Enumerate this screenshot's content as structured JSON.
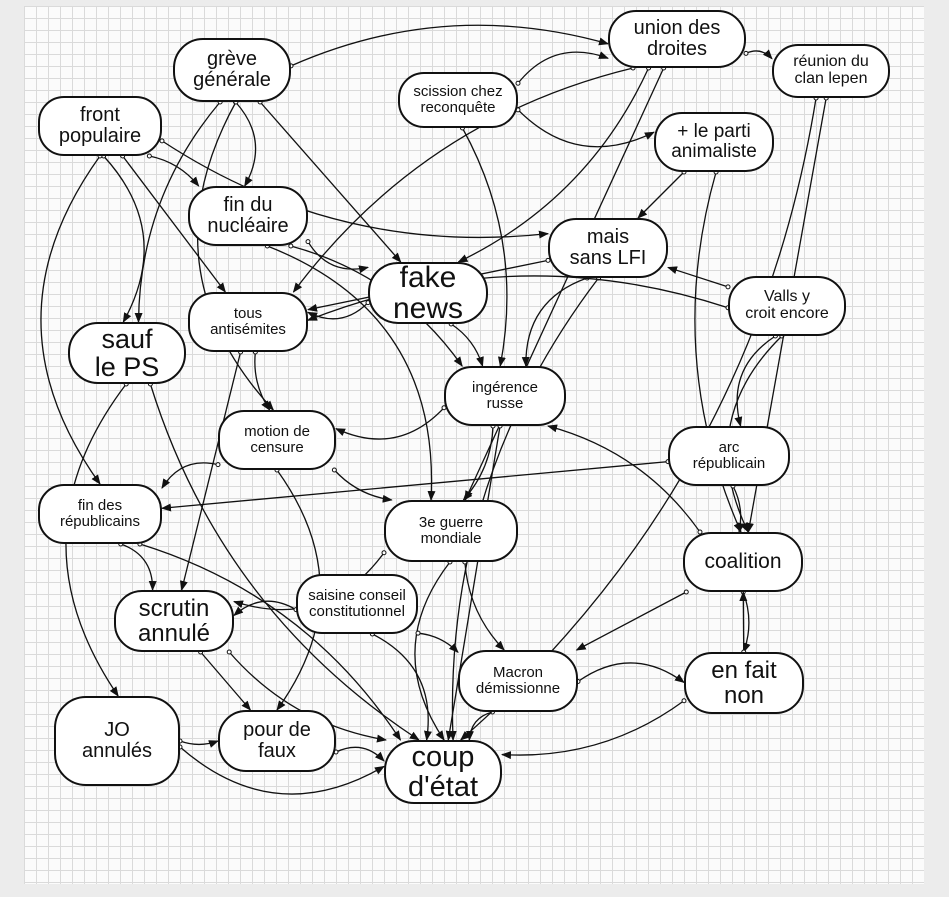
{
  "nodes": [
    {
      "id": "greve",
      "label": "grève\ngénérale"
    },
    {
      "id": "union",
      "label": "union des\ndroites"
    },
    {
      "id": "reunion",
      "label": "réunion du\nclan lepen"
    },
    {
      "id": "scission",
      "label": "scission chez\nreconquête"
    },
    {
      "id": "front",
      "label": "front\npopulaire"
    },
    {
      "id": "parti",
      "label": "+ le parti\nanimaliste"
    },
    {
      "id": "nucleaire",
      "label": "fin du\nnucléaire"
    },
    {
      "id": "lfi",
      "label": "mais\nsans LFI"
    },
    {
      "id": "fake",
      "label": "fake\nnews"
    },
    {
      "id": "valls",
      "label": "Valls y\ncroit encore"
    },
    {
      "id": "antisemites",
      "label": "tous\nantisémites"
    },
    {
      "id": "ps",
      "label": "sauf\nle PS"
    },
    {
      "id": "ingerence",
      "label": "ingérence\nrusse"
    },
    {
      "id": "motion",
      "label": "motion de\ncensure"
    },
    {
      "id": "arc",
      "label": "arc\nrépublicain"
    },
    {
      "id": "finrep",
      "label": "fin des\nrépublicains"
    },
    {
      "id": "guerre",
      "label": "3e guerre\nmondiale"
    },
    {
      "id": "coalition",
      "label": "coalition"
    },
    {
      "id": "saisine",
      "label": "saisine conseil\nconstitutionnel"
    },
    {
      "id": "scrutin",
      "label": "scrutin\nannulé"
    },
    {
      "id": "macron",
      "label": "Macron\ndémissionne"
    },
    {
      "id": "enfait",
      "label": "en fait\nnon"
    },
    {
      "id": "jo",
      "label": "JO\nannulés"
    },
    {
      "id": "faux",
      "label": "pour de\nfaux"
    },
    {
      "id": "coup",
      "label": "coup\nd'état"
    }
  ],
  "edges": [
    [
      "front",
      "ps"
    ],
    [
      "front",
      "nucleaire"
    ],
    [
      "front",
      "antisemites"
    ],
    [
      "front",
      "lfi"
    ],
    [
      "front",
      "finrep"
    ],
    [
      "greve",
      "nucleaire"
    ],
    [
      "greve",
      "union"
    ],
    [
      "greve",
      "fake"
    ],
    [
      "greve",
      "ps"
    ],
    [
      "greve",
      "motion"
    ],
    [
      "union",
      "reunion"
    ],
    [
      "union",
      "fake"
    ],
    [
      "union",
      "guerre"
    ],
    [
      "union",
      "antisemites"
    ],
    [
      "scission",
      "parti"
    ],
    [
      "scission",
      "union"
    ],
    [
      "scission",
      "ingerence"
    ],
    [
      "parti",
      "lfi"
    ],
    [
      "parti",
      "coalition"
    ],
    [
      "nucleaire",
      "fake"
    ],
    [
      "nucleaire",
      "guerre"
    ],
    [
      "nucleaire",
      "ingerence"
    ],
    [
      "lfi",
      "antisemites"
    ],
    [
      "lfi",
      "coup"
    ],
    [
      "lfi",
      "ingerence"
    ],
    [
      "fake",
      "antisemites"
    ],
    [
      "fake",
      "ingerence"
    ],
    [
      "valls",
      "lfi"
    ],
    [
      "valls",
      "antisemites"
    ],
    [
      "valls",
      "coalition"
    ],
    [
      "ingerence",
      "motion"
    ],
    [
      "ingerence",
      "guerre"
    ],
    [
      "ingerence",
      "coup"
    ],
    [
      "motion",
      "guerre"
    ],
    [
      "motion",
      "finrep"
    ],
    [
      "motion",
      "faux"
    ],
    [
      "arc",
      "coalition"
    ],
    [
      "arc",
      "finrep"
    ],
    [
      "guerre",
      "macron"
    ],
    [
      "guerre",
      "coup"
    ],
    [
      "guerre",
      "scrutin"
    ],
    [
      "coalition",
      "enfait"
    ],
    [
      "coalition",
      "macron"
    ],
    [
      "coalition",
      "ingerence"
    ],
    [
      "saisine",
      "scrutin"
    ],
    [
      "saisine",
      "coup"
    ],
    [
      "saisine",
      "macron"
    ],
    [
      "scrutin",
      "faux"
    ],
    [
      "scrutin",
      "coup"
    ],
    [
      "macron",
      "coup"
    ],
    [
      "macron",
      "enfait"
    ],
    [
      "enfait",
      "coup"
    ],
    [
      "enfait",
      "coalition"
    ],
    [
      "jo",
      "faux"
    ],
    [
      "jo",
      "coup"
    ],
    [
      "faux",
      "coup"
    ],
    [
      "reunion",
      "coup"
    ],
    [
      "reunion",
      "coalition"
    ],
    [
      "ps",
      "coup"
    ],
    [
      "ps",
      "jo"
    ],
    [
      "finrep",
      "scrutin"
    ],
    [
      "finrep",
      "coup"
    ],
    [
      "antisemites",
      "scrutin"
    ],
    [
      "antisemites",
      "motion"
    ],
    [
      "valls",
      "arc"
    ]
  ]
}
